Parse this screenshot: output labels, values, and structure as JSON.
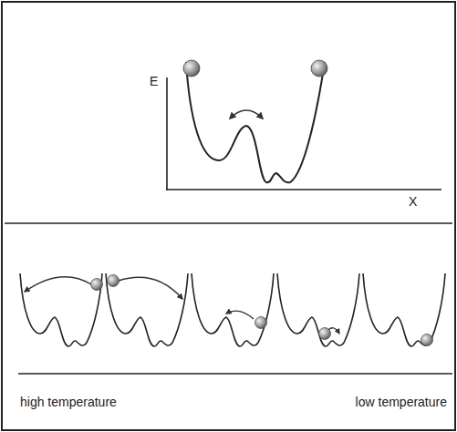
{
  "diagram": {
    "labels": [
      "E",
      "X",
      "high temperature",
      "low temperature"
    ]
  }
}
